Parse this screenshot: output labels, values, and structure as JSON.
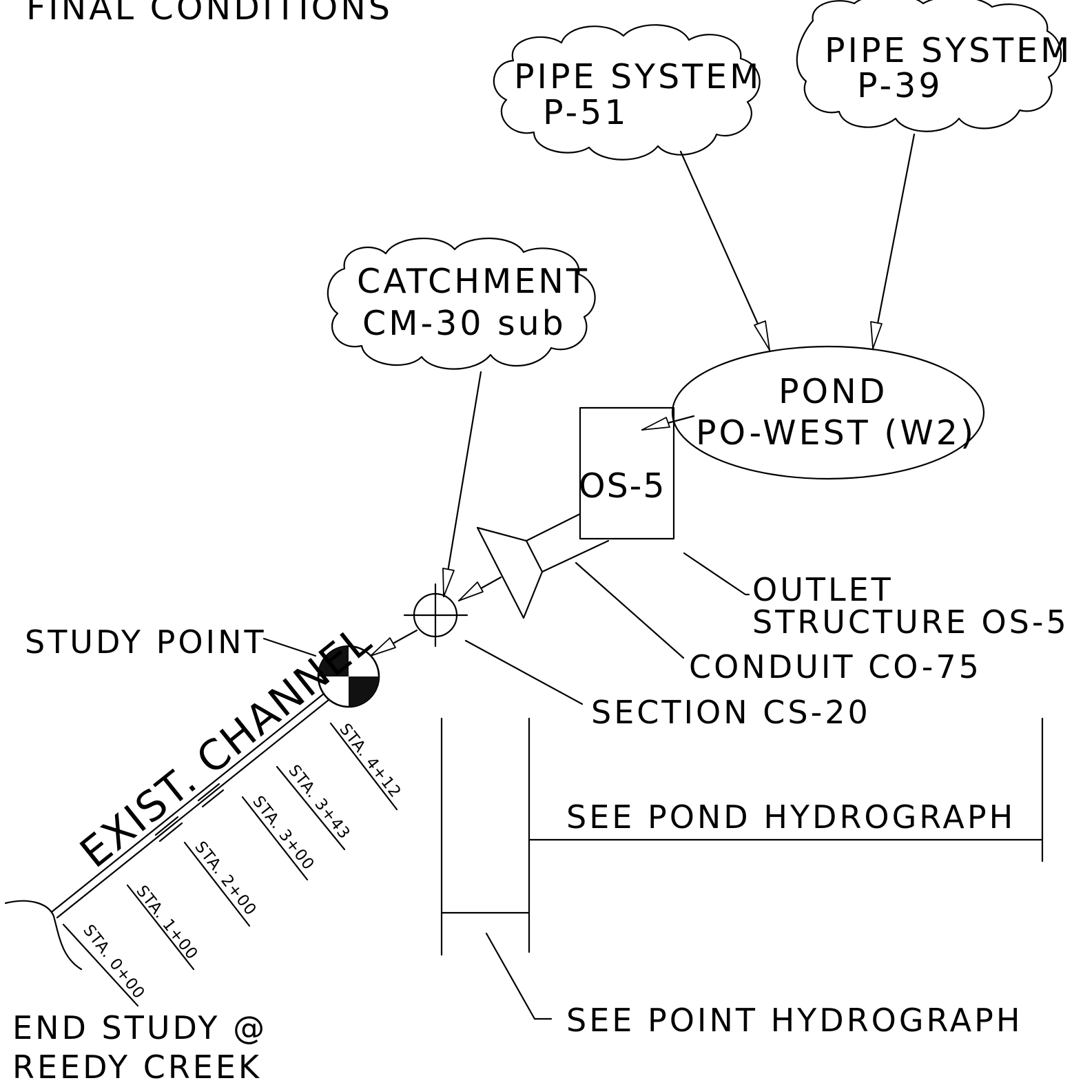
{
  "header": {
    "title": "FINAL CONDITIONS"
  },
  "nodes": {
    "pipe_p51": {
      "line1": "PIPE SYSTEM",
      "line2": "P-51"
    },
    "pipe_p39": {
      "line1": "PIPE SYSTEM",
      "line2": "P-39"
    },
    "catchment": {
      "line1": "CATCHMENT",
      "line2": "CM-30 sub"
    },
    "pond": {
      "line1": "POND",
      "line2": "PO-WEST (W2)"
    },
    "outlet_box": {
      "label": "OS-5"
    }
  },
  "callouts": {
    "outlet_structure": {
      "line1": "OUTLET",
      "line2": "STRUCTURE OS-5"
    },
    "conduit": "CONDUIT CO-75",
    "section": "SECTION CS-20",
    "study_point": "STUDY POINT",
    "end_study": {
      "line1": "END STUDY @",
      "line2": "REEDY CREEK"
    },
    "see_pond_hydrograph": "SEE POND HYDROGRAPH",
    "see_point_hydrograph": "SEE POINT HYDROGRAPH"
  },
  "channel": {
    "label": "EXIST. CHANNEL",
    "stations": [
      "STA. 0+00",
      "STA. 1+00",
      "STA. 2+00",
      "STA. 3+00",
      "STA. 3+43",
      "STA. 4+12"
    ]
  }
}
